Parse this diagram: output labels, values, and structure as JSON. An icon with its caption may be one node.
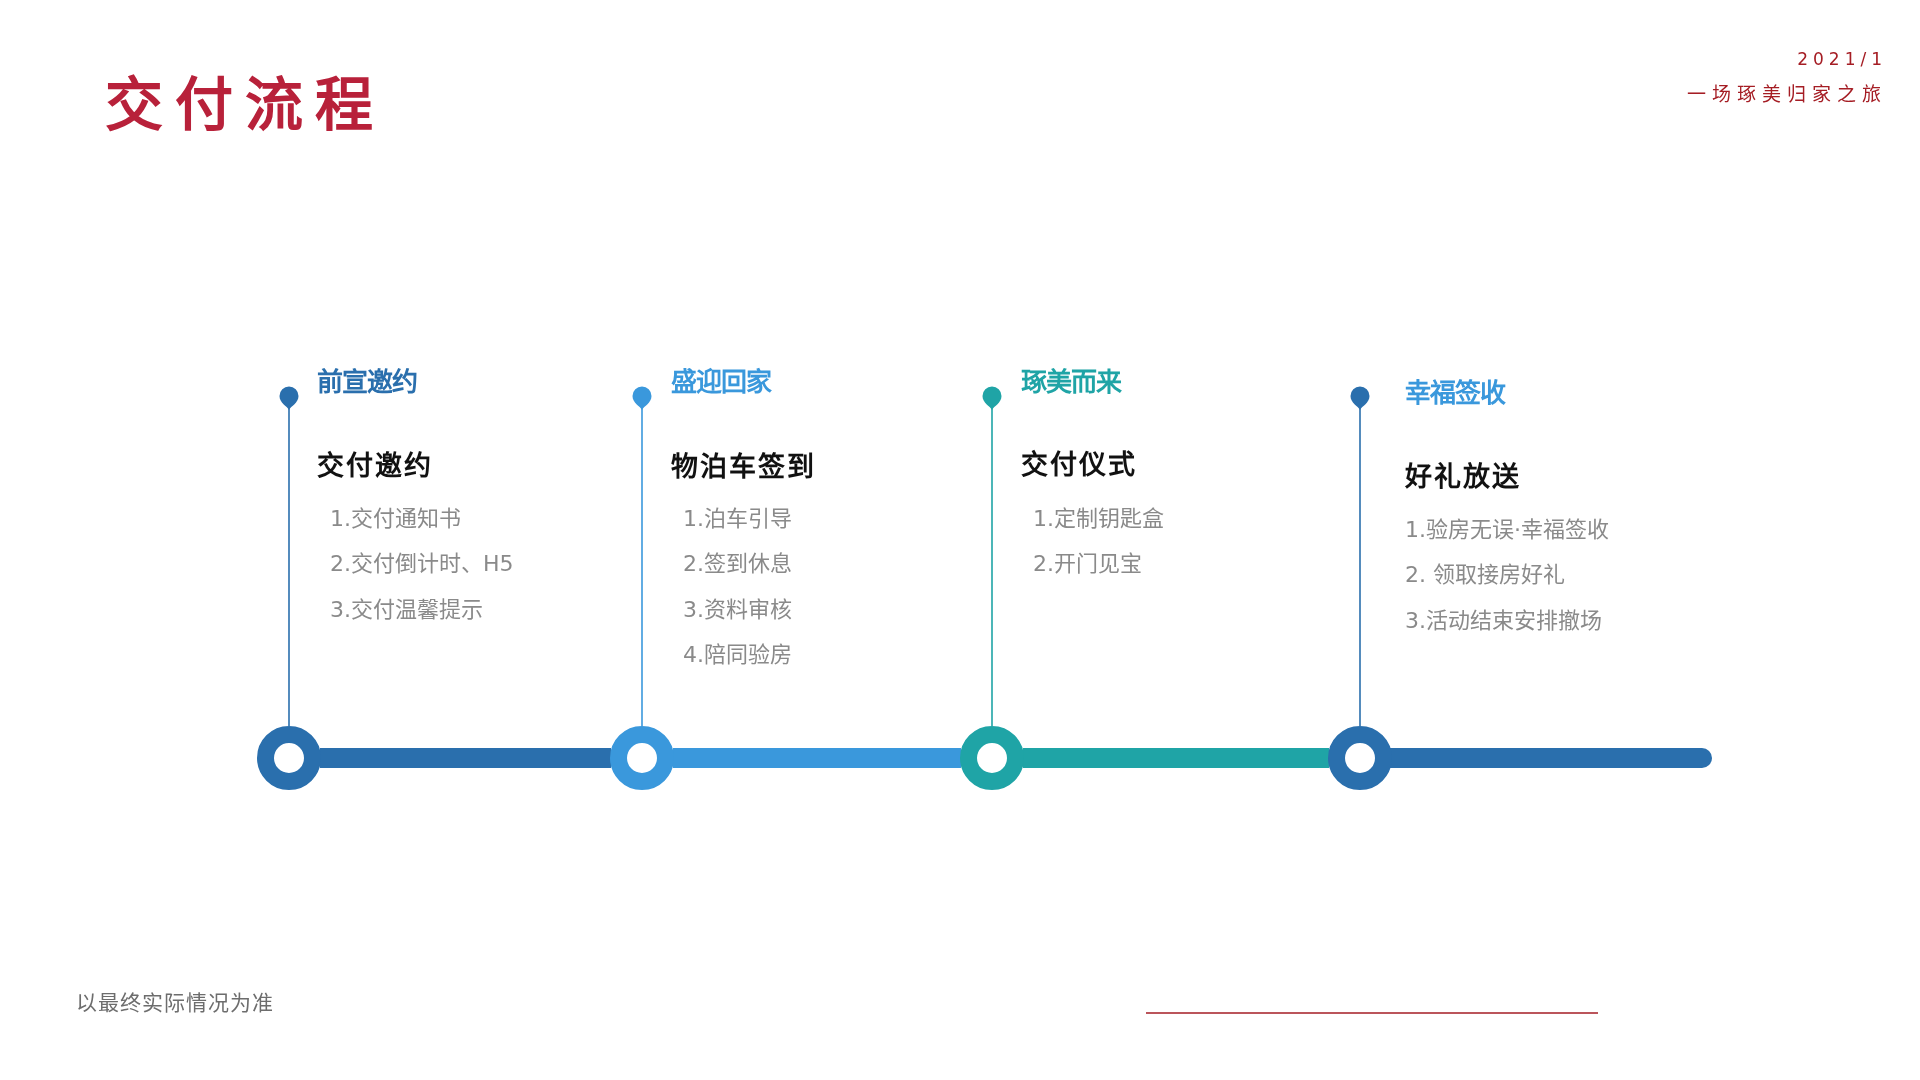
{
  "diagram": {
    "title": "交付流程",
    "nodes": [
      {
        "text": [],
        "shape": "circle",
        "beside": [
          "前宣邀约",
          "交付邀约",
          "1.交付通知书",
          "2.交付倒计时、H5",
          "3.交付温馨提示"
        ]
      },
      {
        "text": [],
        "shape": "circle",
        "beside": [
          "盛迎回家",
          "物泊车签到",
          "1.泊车引导",
          "2.签到休息",
          "3.资料审核",
          "4.陪同验房"
        ]
      },
      {
        "text": [],
        "shape": "circle",
        "beside": [
          "琢美而来",
          "交付仪式",
          "1.定制钥匙盒",
          "2.开门见宝"
        ]
      },
      {
        "text": [],
        "shape": "circle",
        "beside": [
          "幸福签收",
          "好礼放送",
          "1.验房无误·幸福签收",
          "2. 领取接房好礼",
          "3.活动结束安排撤场"
        ]
      }
    ],
    "edges": [
      {
        "from": 0,
        "to": 1,
        "arrow": "none",
        "color": "#2a6fad"
      },
      {
        "from": 1,
        "to": 2,
        "arrow": "none",
        "color": "#3a98dc"
      },
      {
        "from": 2,
        "to": 3,
        "arrow": "none",
        "color": "#1fa4a6"
      },
      {
        "from": 3,
        "to": null,
        "arrow": "none",
        "color": "#2a6fad"
      }
    ],
    "labels": [
      "2021/1",
      "一场琢美归家之旅",
      "以最终实际情况为准"
    ]
  }
}
